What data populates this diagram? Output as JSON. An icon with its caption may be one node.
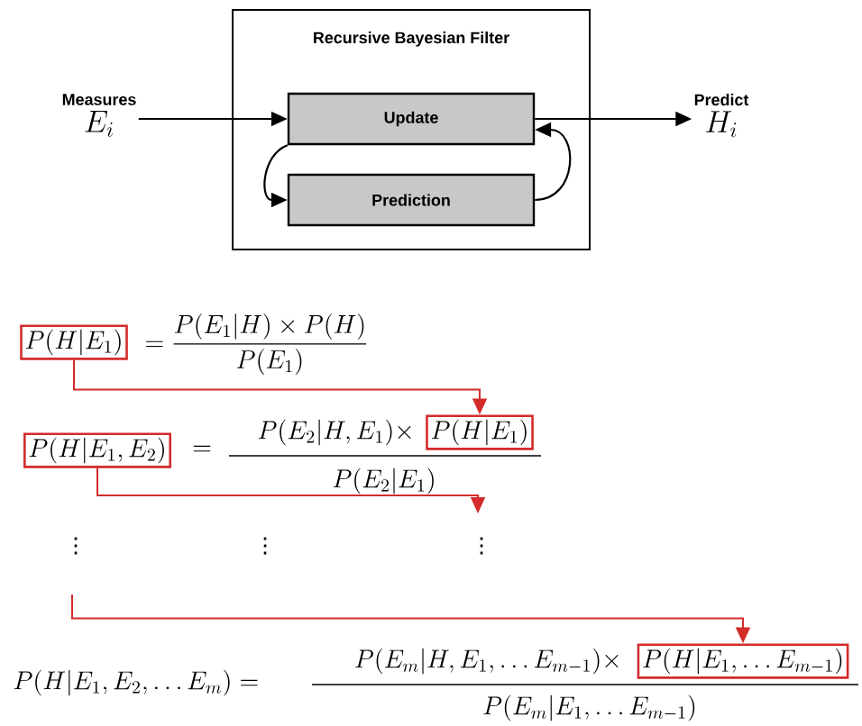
{
  "diagram": {
    "nodes": [
      {
        "text": [
          "Recursive Bayesian Filter"
        ]
      },
      {
        "text": [
          "Update"
        ],
        "in": 0
      },
      {
        "text": [
          "Prediction"
        ],
        "in": 0
      },
      {
        "text": [
          "Measures",
          "E_i"
        ]
      },
      {
        "text": [
          "Predict",
          "H_i"
        ]
      },
      {
        "text": [
          "P(H|E_1)"
        ]
      },
      {
        "text": [
          "P(H|E_1)"
        ]
      },
      {
        "text": [
          "P(H|E_1,E_2)"
        ]
      },
      {
        "text": [
          "P(H|E_1,\\ldots E_{m-1})"
        ]
      }
    ],
    "edges": [
      {
        "from": 3,
        "to": 1,
        "arrow": "to"
      },
      {
        "from": 1,
        "to": 4,
        "arrow": "to"
      },
      {
        "from": 1,
        "to": 2,
        "arrow": "to"
      },
      {
        "from": 2,
        "to": 1,
        "arrow": "to"
      },
      {
        "from": 5,
        "to": 6,
        "arrow": "to",
        "color": "#d42b2b"
      },
      {
        "from": 7,
        "to": null,
        "arrow": "to",
        "color": "#d42b2b"
      },
      {
        "from": null,
        "to": 8,
        "arrow": "to",
        "color": "#d42b2b"
      }
    ],
    "labels": [
      "= \\dfrac{P(E_1|H)\\times P(H)}{P(E_1)}",
      "=",
      "P(E_2|H,E_1)\\times",
      "P(E_2|E_1)",
      "\\vdots",
      "\\vdots",
      "\\vdots",
      "P(H|E_1,E_2,\\ldots E_m) =",
      "P(E_m|H,E_1,\\ldots E_{m-1})\\times",
      "P(E_m|E_1,\\ldots E_{m-1})"
    ]
  }
}
